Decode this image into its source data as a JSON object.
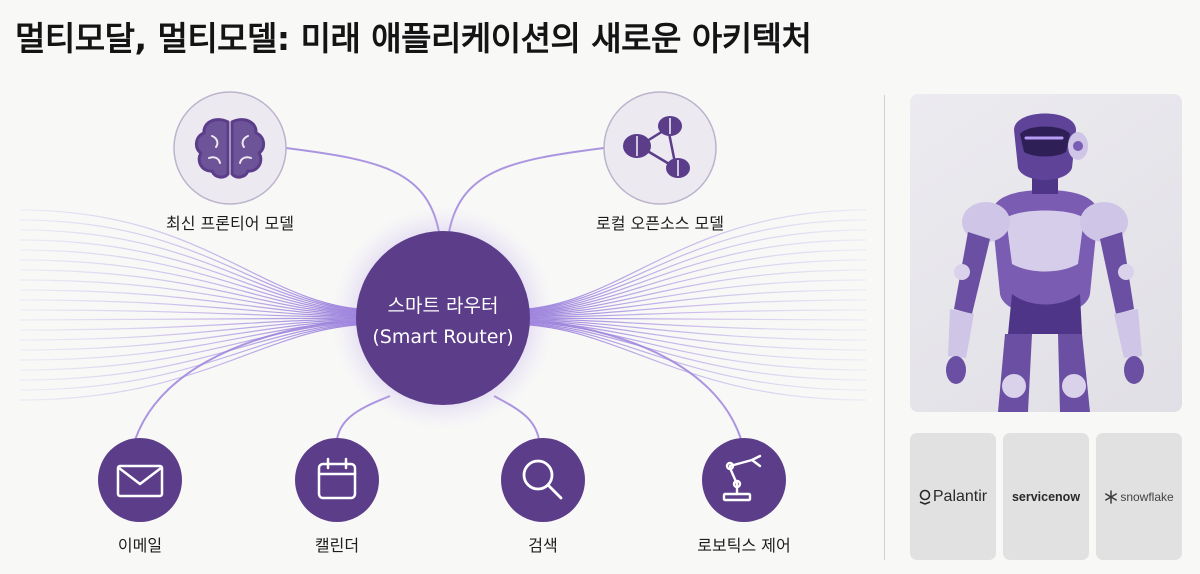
{
  "title": "멀티모달, 멀티모델: 미래 애플리케이션의 새로운 아키텍처",
  "router": {
    "label_line1": "스마트 라우터",
    "label_line2": "(Smart Router)"
  },
  "nodes": {
    "frontier": {
      "label": "최신 프론티어 모델",
      "icon": "brain-icon"
    },
    "opensource": {
      "label": "로컬 오픈소스 모델",
      "icon": "brain-network-icon"
    },
    "email": {
      "label": "이메일",
      "icon": "envelope-icon"
    },
    "calendar": {
      "label": "캘린더",
      "icon": "calendar-icon"
    },
    "search": {
      "label": "검색",
      "icon": "magnifier-icon"
    },
    "robotics": {
      "label": "로보틱스 제어",
      "icon": "robot-arm-icon"
    }
  },
  "partners": [
    {
      "name": "Palantir",
      "logo_text": "Palantir"
    },
    {
      "name": "servicenow",
      "logo_text": "servicenow"
    },
    {
      "name": "snowflake",
      "logo_text": "snowflake"
    }
  ],
  "colors": {
    "accent": "#5b3d8a",
    "accent_light": "#9b7fd4",
    "node_fill": "#ece9f1",
    "background": "#f8f8f7"
  }
}
